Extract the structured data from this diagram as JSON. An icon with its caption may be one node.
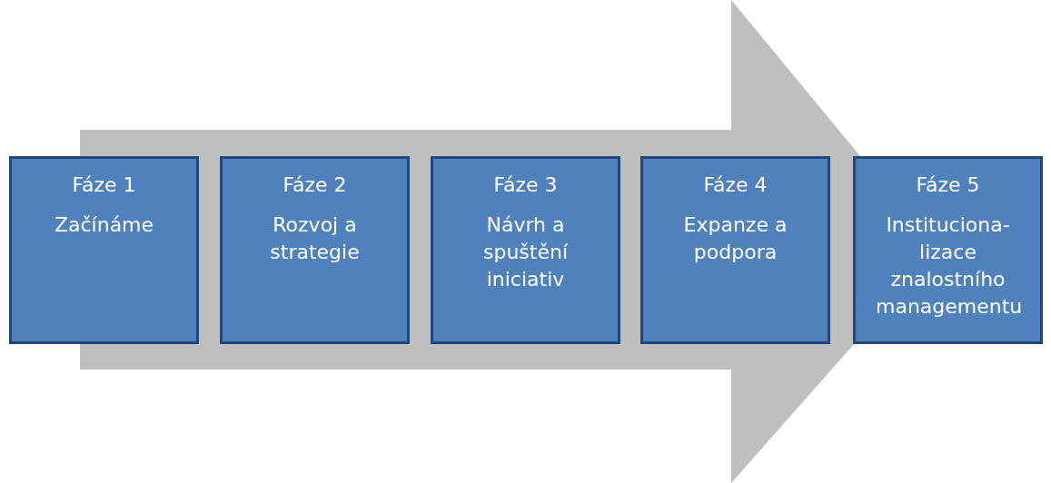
{
  "diagram": {
    "nodes": [
      {
        "text": [
          "Fáze 1",
          "Začínáme"
        ]
      },
      {
        "text": [
          "Fáze 2",
          "Rozvoj a strategie"
        ]
      },
      {
        "text": [
          "Fáze 3",
          "Návrh a spuštění iniciativ"
        ]
      },
      {
        "text": [
          "Fáze 4",
          "Expanze a podpora"
        ]
      },
      {
        "text": [
          "Fáze 5",
          "Instituciona-lizace znalostního managementu"
        ]
      }
    ],
    "edges": [
      {
        "from": 0,
        "to": 4,
        "arrow": "to"
      }
    ]
  }
}
